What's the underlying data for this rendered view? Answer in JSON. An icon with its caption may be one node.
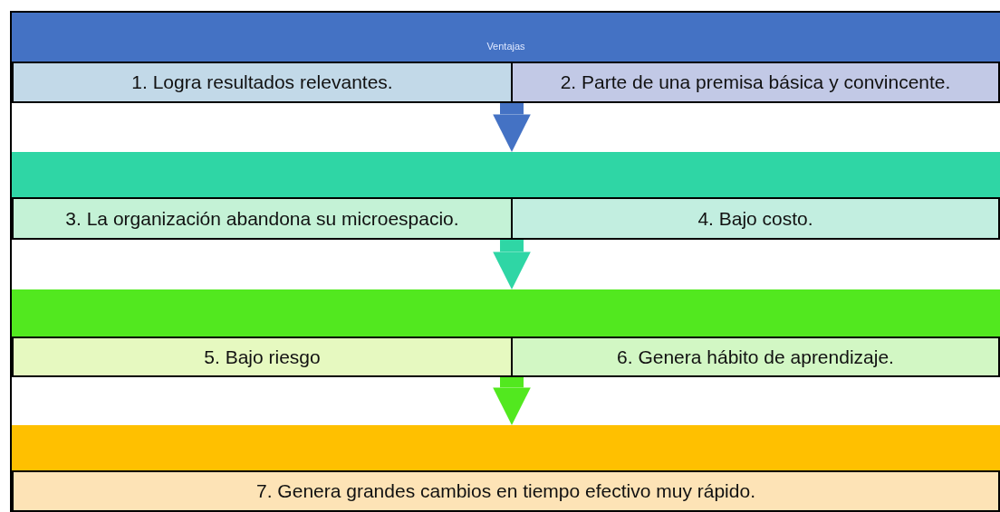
{
  "diagram": {
    "nodes": [
      {
        "text": [
          "Ventajas"
        ]
      },
      {
        "text": [
          "1. Logra resultados relevantes."
        ],
        "in": 0
      },
      {
        "text": [
          "2. Parte de una premisa básica y convincente."
        ],
        "in": 0
      },
      {
        "text": [],
        "shape": "box"
      },
      {
        "text": [
          "3. La organización abandona su microespacio."
        ],
        "in": 3
      },
      {
        "text": [
          "4. Bajo costo."
        ],
        "in": 3
      },
      {
        "text": [],
        "shape": "box"
      },
      {
        "text": [
          "5. Bajo riesgo"
        ],
        "in": 6
      },
      {
        "text": [
          "6. Genera hábito de aprendizaje."
        ],
        "in": 6
      },
      {
        "text": [],
        "shape": "box"
      },
      {
        "text": [
          "7. Genera grandes cambios en tiempo efectivo muy rápido."
        ],
        "in": 9
      }
    ],
    "edges": [
      {
        "from": 0,
        "to": 3,
        "arrow": "to",
        "color": "#4472c4"
      },
      {
        "from": 3,
        "to": 6,
        "arrow": "to",
        "color": "#2fd6a5"
      },
      {
        "from": 6,
        "to": 9,
        "arrow": "to",
        "color": "#52e81f"
      }
    ]
  }
}
